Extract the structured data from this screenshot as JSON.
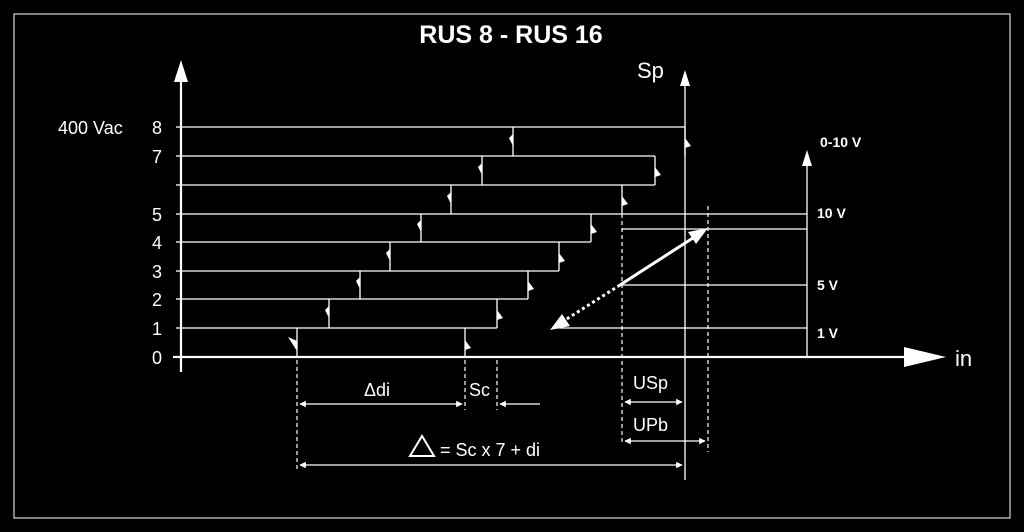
{
  "title": "RUS 8  -  RUS 16",
  "axis": {
    "sp_label": "Sp",
    "in_label": "in",
    "signal_label": "0-10 V"
  },
  "steps": [
    {
      "label": "400 Vac",
      "value": "8"
    },
    {
      "label": "",
      "value": "7"
    },
    {
      "label": "",
      "value": ""
    },
    {
      "label": "",
      "value": "5"
    },
    {
      "label": "",
      "value": "4"
    },
    {
      "label": "",
      "value": "3"
    },
    {
      "label": "",
      "value": "2"
    },
    {
      "label": "",
      "value": "1"
    },
    {
      "label": "",
      "value": "0"
    }
  ],
  "voltage_levels": [
    "10 V",
    "5 V",
    "1 V"
  ],
  "dimensions": {
    "delta_di": "Δdi",
    "sc": "Sc",
    "usp": "USp",
    "upb": "UPb",
    "formula": "= Sc x 7 + di"
  },
  "colors": {
    "background": "#000000",
    "foreground": "#ffffff"
  }
}
